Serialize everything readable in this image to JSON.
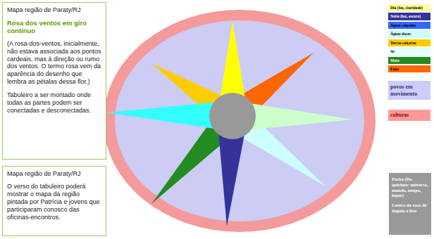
{
  "diagram": {
    "nodes": [
      {
        "text": [
          "Mapa região de Paraty/RJ",
          "Rosa dos ventos em giro contínuo",
          "(A rosa-dos-ventos, inicialmente, não estava associada aos pontos cardeais, mas à direção ou rumo dos ventos. O termo rosa vem da aparência do desenho que lembra as pétalas dessa flor.)",
          "Tabuleiro a ser montado onde todas as partes podem ser conectadas e desconectadas."
        ]
      },
      {
        "text": [
          "Mapa região de Paraty/RJ",
          "O verso do tabuleiro poderá mostrar o mapa da região pintada por Patrícia e jovens que participaram conosco das oficinas-encontros."
        ]
      },
      {
        "text": [
          "Pacha (Do quíchua: universo, mundo, tempo, lugar)",
          "Centro da rosa de ângulo e fixo"
        ]
      }
    ],
    "legend": [
      {
        "text": "Dia (luz, claridade)",
        "color": "#ffff99"
      },
      {
        "text": "Noite (luz, escuro)",
        "color": "#333399"
      },
      {
        "text": "Águas salgadas",
        "color": "#3366ff"
      },
      {
        "text": "Águas doces",
        "color": "#ccffff"
      },
      {
        "text": "Terras caiçaras",
        "color": "#ffcc00"
      },
      {
        "text": "Ar",
        "color": "#e6ffff"
      },
      {
        "text": "Mata",
        "color": "#228b22"
      },
      {
        "text": "Fogo",
        "color": "#ff6600"
      },
      {
        "text": "povos em movimento",
        "color": "#ccccff"
      },
      {
        "text": "culturas",
        "color": "#ff9999"
      }
    ]
  }
}
